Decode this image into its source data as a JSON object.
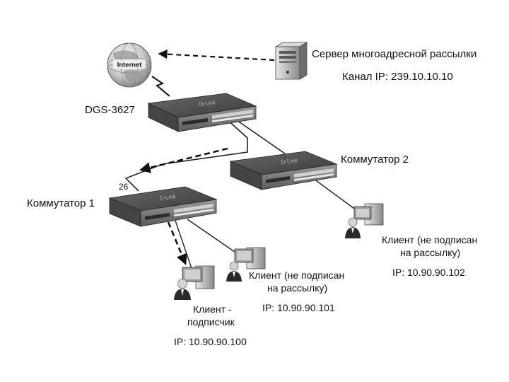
{
  "internet": {
    "label": "Internet"
  },
  "server": {
    "title": "Сервер многоадресной рассылки",
    "channel": "Канал IP: 239.10.10.10"
  },
  "core_switch": {
    "label": "DGS-3627",
    "brand": "D-Link"
  },
  "switch2": {
    "label": "Коммутатор 2",
    "brand": "D-Link"
  },
  "switch1": {
    "label": "Коммутатор 1",
    "port": "26",
    "brand": "D-Link"
  },
  "client_subscriber": {
    "line1": "Клиент -",
    "line2": "подписчик",
    "ip": "IP: 10.90.90.100"
  },
  "client_101": {
    "line1": "Клиент (не подписан",
    "line2": "на рассылку)",
    "ip": "IP: 10.90.90.101"
  },
  "client_102": {
    "line1": "Клиент (не подписан",
    "line2": "на рассылку)",
    "ip": "IP: 10.90.90.102"
  }
}
